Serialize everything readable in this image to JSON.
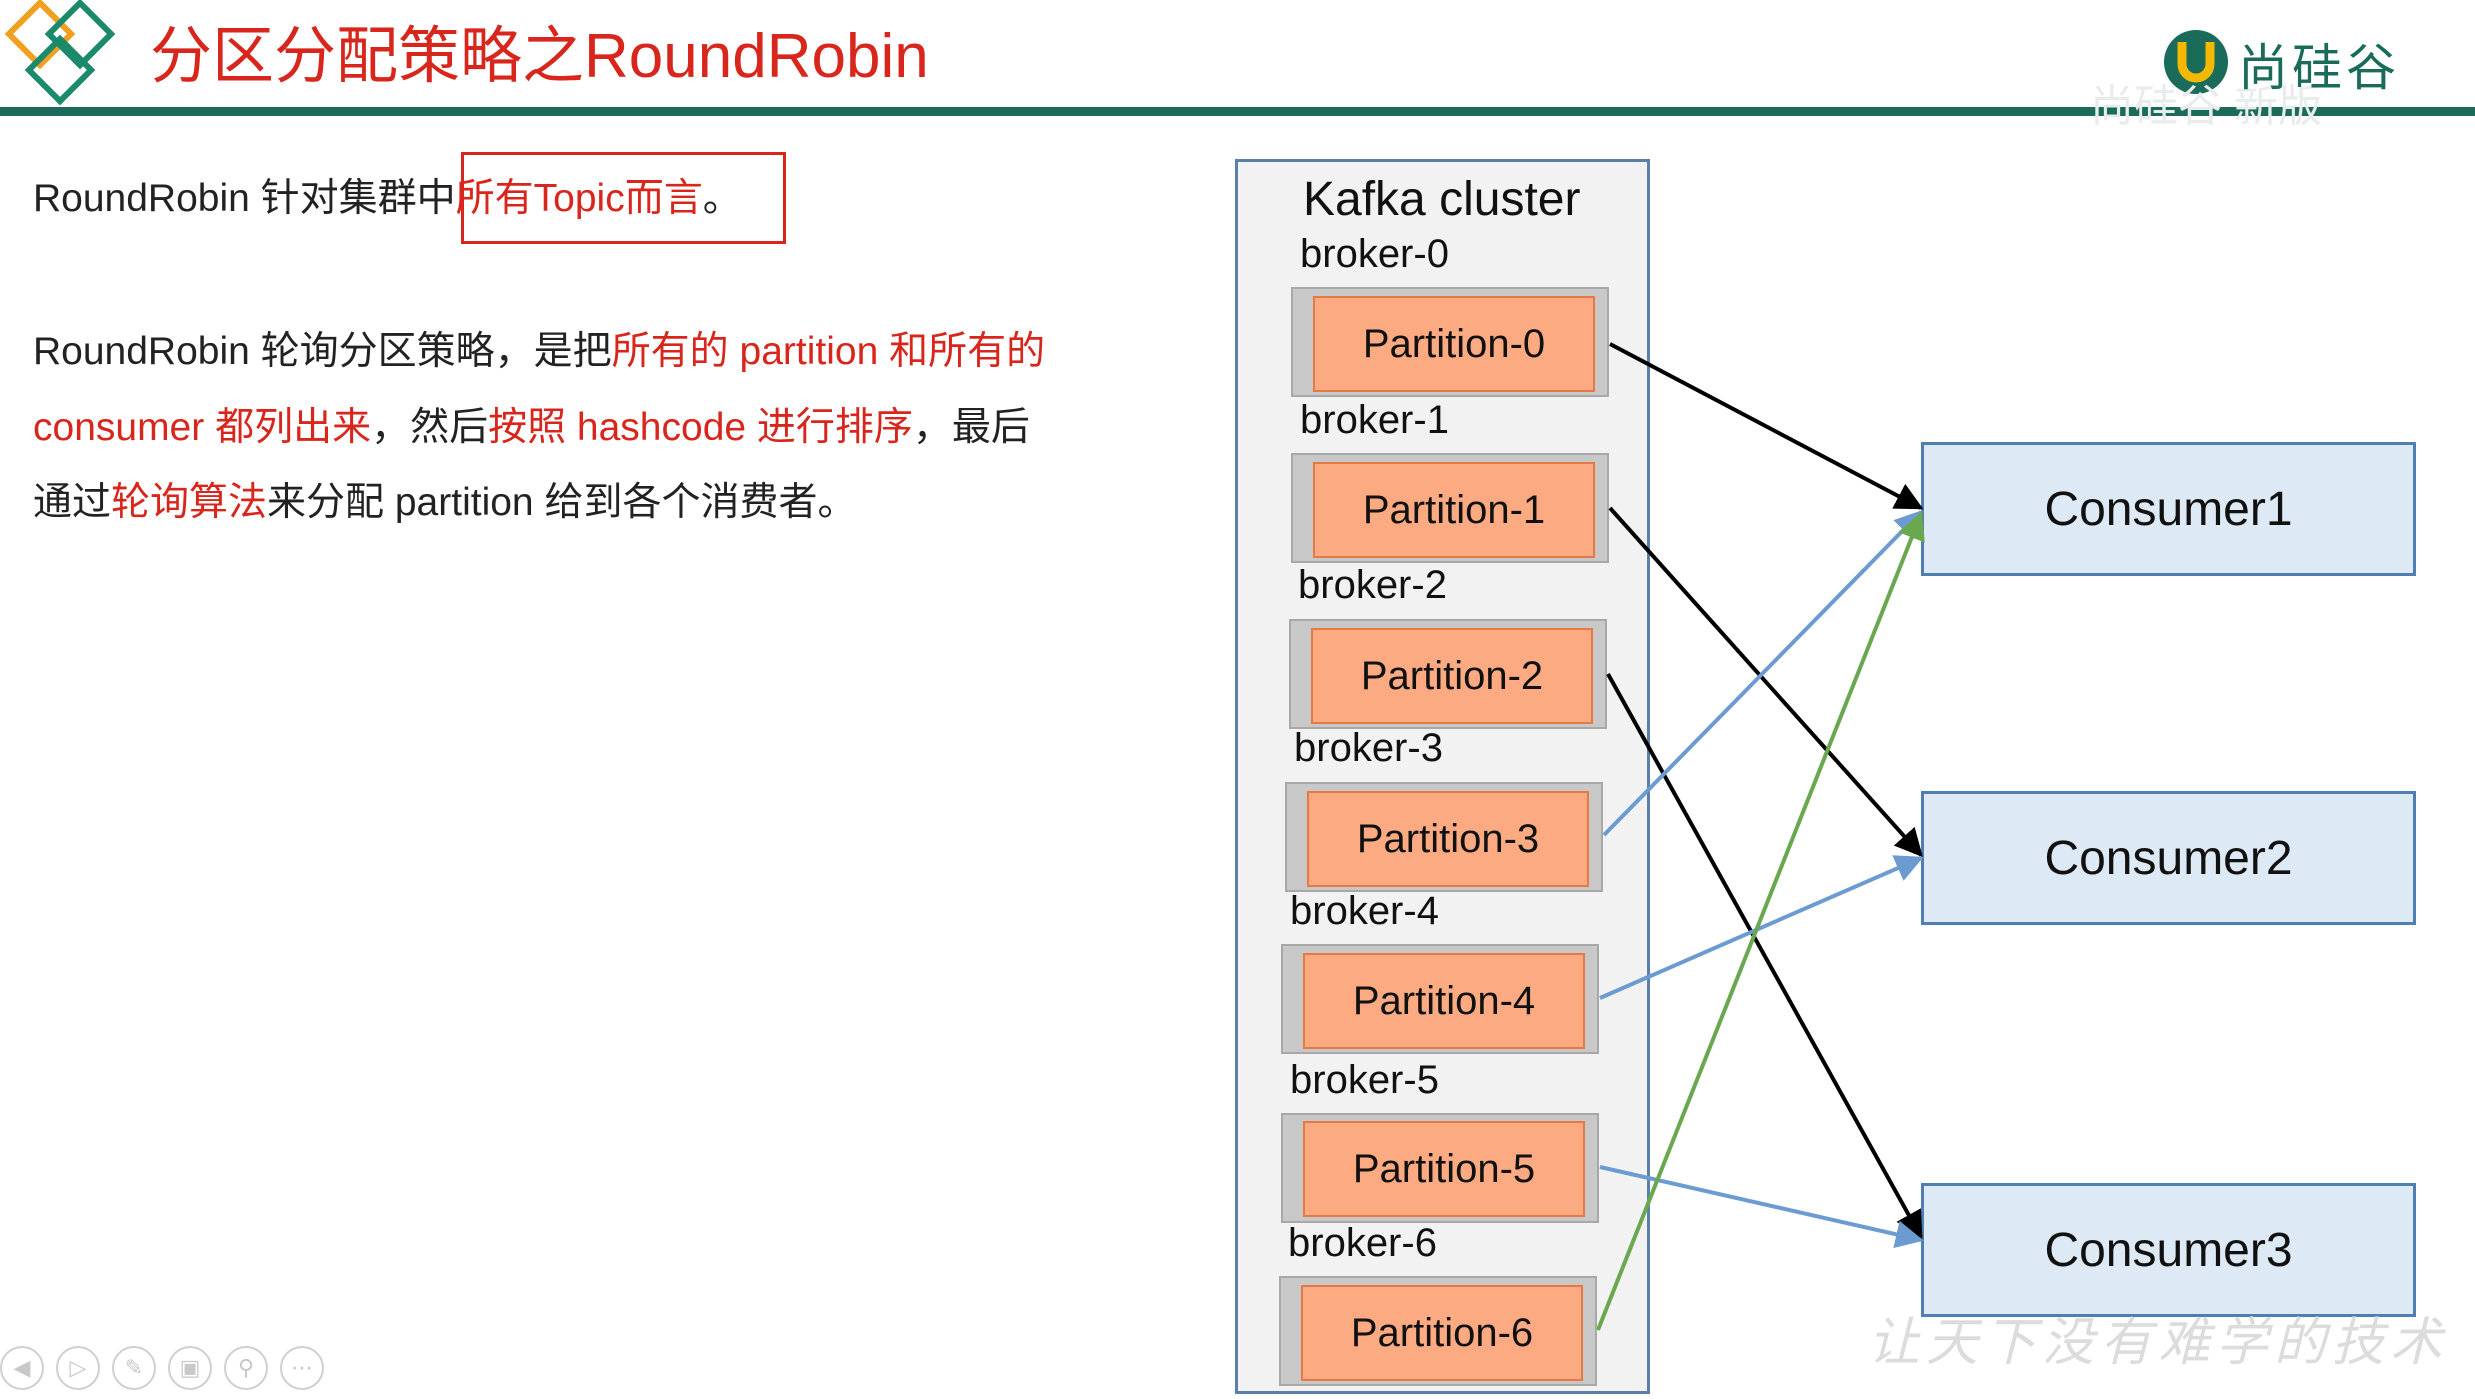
{
  "header": {
    "title": "分区分配策略之RoundRobin",
    "brand": "尚硅谷",
    "brand_sub": "尚硅谷 新版",
    "accent_color": "#d9261c",
    "rule_color": "#1a6b5a"
  },
  "body": {
    "line1_a": "RoundRobin 针对集群中",
    "line1_b": "所有Topic而言",
    "line1_c": "。",
    "line2_a": "RoundRobin 轮询分区策略，是把",
    "line2_b": "所有的 partition 和所有的",
    "line3_a": "consumer 都列出来",
    "line3_b": "，然后",
    "line3_c": "按照 hashcode 进行排序",
    "line3_d": "，最后",
    "line4_a": "通过",
    "line4_b": "轮询算法",
    "line4_c": "来分配 partition 给到各个消费者。"
  },
  "diagram": {
    "cluster_title": "Kafka cluster",
    "brokers": [
      {
        "label": "broker-0",
        "partition": "Partition-0"
      },
      {
        "label": "broker-1",
        "partition": "Partition-1"
      },
      {
        "label": "broker-2",
        "partition": "Partition-2"
      },
      {
        "label": "broker-3",
        "partition": "Partition-3"
      },
      {
        "label": "broker-4",
        "partition": "Partition-4"
      },
      {
        "label": "broker-5",
        "partition": "Partition-5"
      },
      {
        "label": "broker-6",
        "partition": "Partition-6"
      }
    ],
    "consumers": [
      "Consumer1",
      "Consumer2",
      "Consumer3"
    ],
    "assignments": [
      {
        "from": "Partition-0",
        "to": "Consumer1",
        "color": "#000000"
      },
      {
        "from": "Partition-1",
        "to": "Consumer2",
        "color": "#000000"
      },
      {
        "from": "Partition-2",
        "to": "Consumer3",
        "color": "#000000"
      },
      {
        "from": "Partition-3",
        "to": "Consumer1",
        "color": "#6b9bd1"
      },
      {
        "from": "Partition-4",
        "to": "Consumer2",
        "color": "#6b9bd1"
      },
      {
        "from": "Partition-5",
        "to": "Consumer3",
        "color": "#6b9bd1"
      },
      {
        "from": "Partition-6",
        "to": "Consumer1",
        "color": "#6aa84f"
      }
    ]
  },
  "footer": {
    "slogan": "让天下没有难学的技术",
    "controls": [
      "prev-icon",
      "play-icon",
      "pen-icon",
      "slides-icon",
      "zoom-icon",
      "more-icon"
    ]
  }
}
